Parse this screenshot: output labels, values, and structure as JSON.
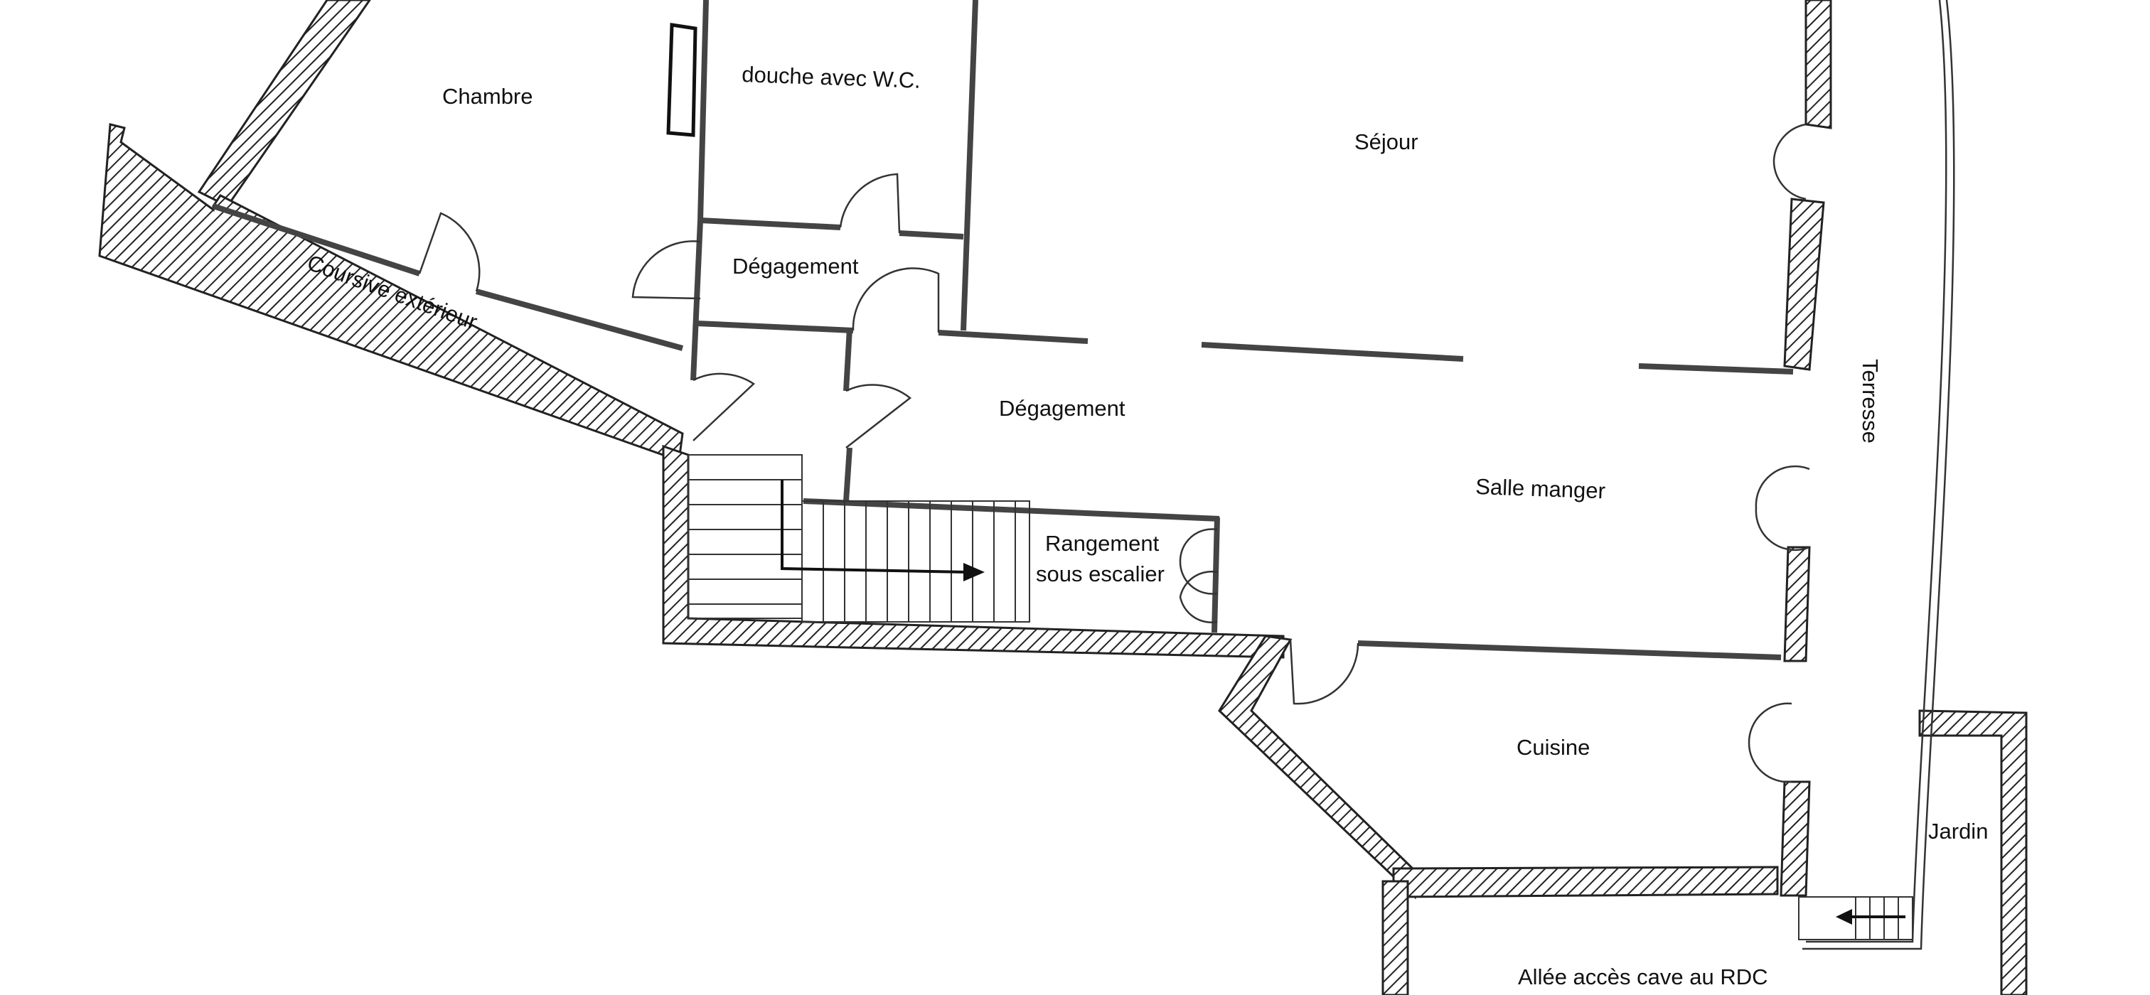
{
  "floor_plan": {
    "rooms": {
      "chambre": "Chambre",
      "douche": "douche avec W.C.",
      "sejour": "Séjour",
      "coursive": "Coursive extérieur",
      "degagement_haut": "Dégagement",
      "degagement_bas": "Dégagement",
      "salle_manger": "Salle manger",
      "rangement_line1": "Rangement",
      "rangement_line2": "sous escalier",
      "terresse": "Terresse",
      "cuisine": "Cuisine",
      "jardin": "Jardin",
      "allee": "Allée accès cave au RDC"
    },
    "colors": {
      "wall_hatch": "#222222",
      "interior_wall": "#444444",
      "background": "#ffffff"
    }
  }
}
